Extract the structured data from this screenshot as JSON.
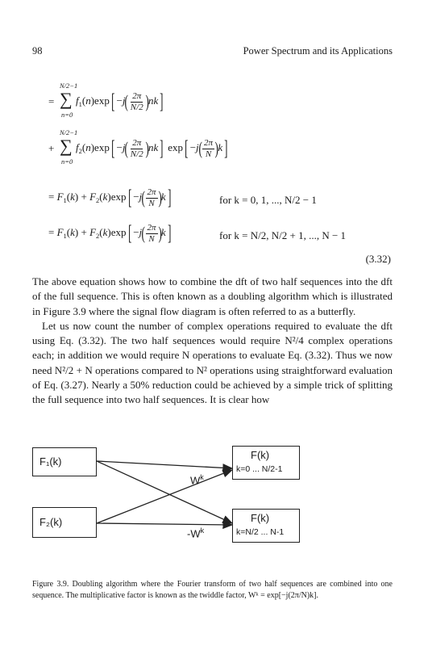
{
  "header": {
    "page_number": "98",
    "running_title": "Power Spectrum and its Applications"
  },
  "equations": {
    "line1": {
      "sum_upper": "N/2−1",
      "sum_lower": "n=0",
      "lead": "="
    },
    "line2": {
      "sum_upper": "N/2−1",
      "sum_lower": "n=0",
      "lead": "+"
    },
    "line3": {
      "condition": "for k = 0, 1, ..., N/2 − 1"
    },
    "line4": {
      "condition": "for k = N/2, N/2 + 1, ..., N − 1"
    },
    "number": "(3.32)"
  },
  "body": {
    "para1": "The above equation shows how to combine the dft of two half sequences into the dft of the full sequence. This is often known as a doubling algorithm which is illustrated in Figure 3.9 where the signal flow diagram is often referred to as a butterfly.",
    "para2": "Let us now count the number of complex operations required to evaluate the dft using Eq. (3.32). The two half sequences would require N²/4 complex operations each; in addition we would require N operations to evaluate Eq. (3.32). Thus we now need N²/2 + N operations compared to N² operations using straightforward evaluation of Eq. (3.27). Nearly a 50% reduction could be achieved by a simple trick of splitting the full sequence into two half sequences. It is clear how"
  },
  "figure": {
    "input_top": "F₁(k)",
    "input_bottom": "F₂(k)",
    "output_top_title": "F(k)",
    "output_top_range": "k=0 ... N/2-1",
    "output_bottom_title": "F(k)",
    "output_bottom_range": "k=N/2 ... N-1",
    "factor_positive": "W",
    "factor_negative": "-W",
    "factor_exponent": "k",
    "caption": "Figure 3.9. Doubling algorithm where the Fourier transform of two half sequences are combined into one sequence. The multiplicative factor is known as the twiddle factor, Wᵏ = exp[−j(2π/N)k]."
  }
}
